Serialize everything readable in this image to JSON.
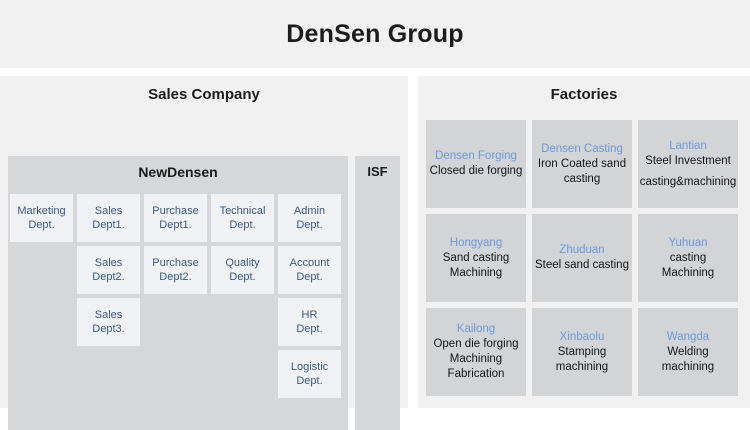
{
  "title": "DenSen Group",
  "panels": {
    "sales": {
      "heading": "Sales Company",
      "newdensen_label": "NewDensen",
      "isf_label": "ISF",
      "dept_rows": [
        [
          {
            "l1": "Marketing",
            "l2": "Dept."
          },
          {
            "l1": "Sales",
            "l2": "Dept1."
          },
          {
            "l1": "Purchase",
            "l2": "Dept1."
          },
          {
            "l1": "Technical",
            "l2": "Dept."
          },
          {
            "l1": "Admin",
            "l2": "Dept."
          }
        ],
        [
          {
            "l1": "",
            "l2": ""
          },
          {
            "l1": "Sales",
            "l2": "Dept2."
          },
          {
            "l1": "Purchase",
            "l2": "Dept2."
          },
          {
            "l1": "Quality",
            "l2": "Dept."
          },
          {
            "l1": "Account",
            "l2": "Dept."
          }
        ],
        [
          {
            "l1": "",
            "l2": ""
          },
          {
            "l1": "Sales",
            "l2": "Dept3."
          },
          {
            "l1": "",
            "l2": ""
          },
          {
            "l1": "",
            "l2": ""
          },
          {
            "l1": "HR",
            "l2": "Dept."
          }
        ],
        [
          {
            "l1": "",
            "l2": ""
          },
          {
            "l1": "",
            "l2": ""
          },
          {
            "l1": "",
            "l2": ""
          },
          {
            "l1": "",
            "l2": ""
          },
          {
            "l1": "Logistic",
            "l2": "Dept."
          }
        ]
      ]
    },
    "factories": {
      "heading": "Factories",
      "rows": [
        [
          {
            "name": "Densen Forging",
            "desc1": "Closed die forging",
            "desc2": "",
            "desc3": ""
          },
          {
            "name": "Densen Casting",
            "desc1": "Iron Coated sand",
            "desc2": "casting",
            "desc3": ""
          },
          {
            "name": "Lantian",
            "desc1": "Steel Investment",
            "desc2": "casting&machining",
            "desc3": "",
            "spaced": true
          }
        ],
        [
          {
            "name": "Hongyang",
            "desc1": "Sand casting",
            "desc2": "Machining",
            "desc3": ""
          },
          {
            "name": "Zhuduan",
            "desc1": "Steel sand casting",
            "desc2": "",
            "desc3": ""
          },
          {
            "name": "Yuhuan",
            "desc1": "casting",
            "desc2": "Machining",
            "desc3": ""
          }
        ],
        [
          {
            "name": "Kailong",
            "desc1": "Open die forging",
            "desc2": "Machining",
            "desc3": "Fabrication"
          },
          {
            "name": "Xinbaolu",
            "desc1": "Stamping",
            "desc2": "machining",
            "desc3": ""
          },
          {
            "name": "Wangda",
            "desc1": "Welding",
            "desc2": "machining",
            "desc3": ""
          }
        ]
      ]
    }
  },
  "colors": {
    "page_bg": "#ffffff",
    "band_bg": "#f1f1f1",
    "group_box": "#d5d7d9",
    "dept_box": "#f0f2f5",
    "dept_text": "#3c5a87",
    "factory_box": "#d2d4d6",
    "factory_name": "#6c9ade",
    "factory_desc": "#151515"
  }
}
